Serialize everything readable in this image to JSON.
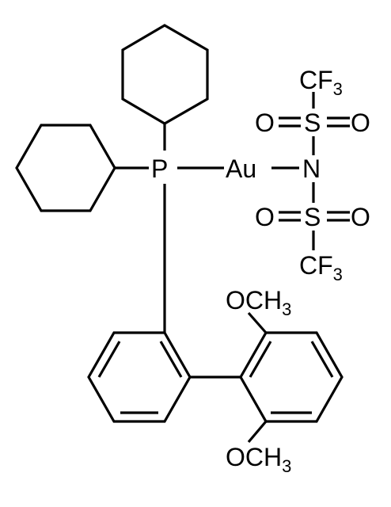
{
  "molecule": {
    "atoms": {
      "phosphorus": "P",
      "gold": "Au",
      "nitrogen": "N",
      "sulfur_top": "S",
      "sulfur_bottom": "S",
      "oxygen_top_left": "O",
      "oxygen_top_right": "O",
      "oxygen_bottom_left": "O",
      "oxygen_bottom_right": "O",
      "cf3_top": {
        "main": "CF",
        "sub": "3"
      },
      "cf3_bottom": {
        "main": "CF",
        "sub": "3"
      },
      "methoxy_top": {
        "main": "OCH",
        "sub": "3"
      },
      "methoxy_bottom": {
        "main": "OCH",
        "sub": "3"
      }
    },
    "colors": {
      "ink": "#000000",
      "background": "#ffffff"
    }
  }
}
